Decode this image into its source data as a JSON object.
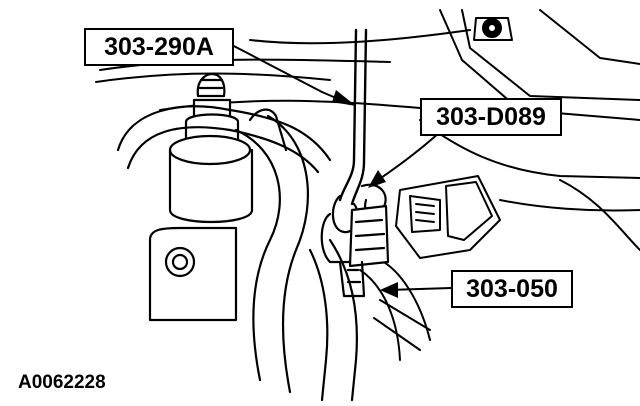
{
  "callouts": {
    "tool_a": "303-290A",
    "tool_b": "303-D089",
    "tool_c": "303-050"
  },
  "figure_id": "A0062228",
  "colors": {
    "ink": "#000000",
    "paper": "#ffffff"
  }
}
